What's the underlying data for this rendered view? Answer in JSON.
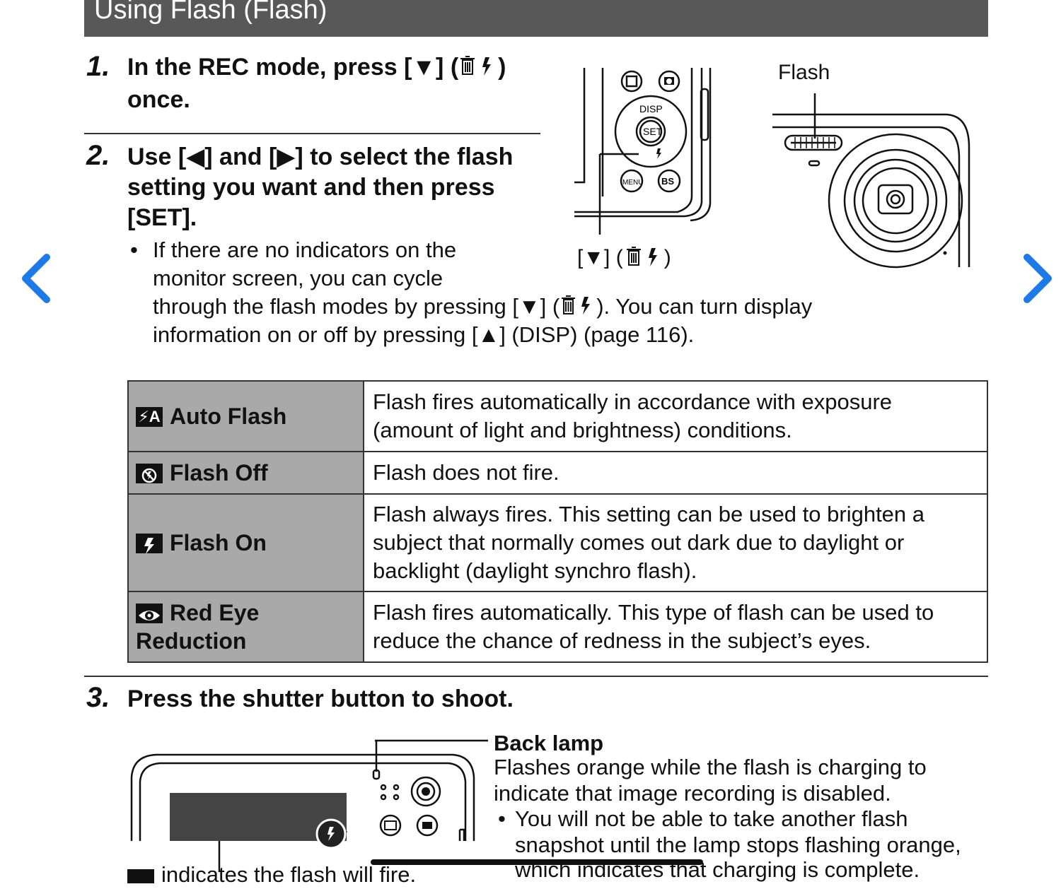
{
  "header": {
    "title": "Using Flash (Flash)"
  },
  "steps": [
    {
      "number": "1.",
      "text_line1": "In the REC mode, press [▼] (",
      "text_line1_end": ")",
      "text_line2": "once."
    },
    {
      "number": "2.",
      "line1": "Use [◀] and [▶] to select the flash",
      "line2": "setting you want and then press",
      "line3": "[SET]."
    },
    {
      "number": "3.",
      "text": "Press the shutter button to shoot."
    }
  ],
  "note": {
    "bullet": "•",
    "line1": "If there are no indicators on the",
    "line2": "monitor screen, you can cycle",
    "line3_a": "through the flash modes by pressing [▼] (",
    "line3_b": "). You can turn display",
    "line4": "information on or off by pressing [▲] (DISP) (page 116)."
  },
  "diagram": {
    "flash_label": "Flash",
    "down_button_label_a": "[▼] (",
    "down_button_label_b": ")",
    "button_labels": {
      "disp": "DISP",
      "set": "SET",
      "menu": "MENU",
      "bs": "BS"
    }
  },
  "modes_table": [
    {
      "icon": "auto-flash-icon",
      "icon_text": "⚡A",
      "name": "Auto Flash",
      "desc_lines": [
        "Flash fires automatically in accordance with exposure",
        "(amount of light and brightness) conditions."
      ]
    },
    {
      "icon": "flash-off-icon",
      "icon_text": "",
      "name": "Flash Off",
      "desc_lines": [
        "Flash does not fire."
      ]
    },
    {
      "icon": "flash-on-icon",
      "icon_text": "",
      "name": "Flash On",
      "desc_lines": [
        "Flash always fires. This setting can be used to brighten a",
        "subject that normally comes out dark due to daylight or",
        "backlight (daylight synchro flash)."
      ]
    },
    {
      "icon": "red-eye-icon",
      "icon_text": "",
      "name_line1": "Red Eye",
      "name_line2": "Reduction",
      "desc_lines": [
        "Flash fires automatically. This type of flash can be used to",
        "reduce the chance of redness in the subject’s eyes."
      ]
    }
  ],
  "back_lamp": {
    "title": "Back lamp",
    "line1": "Flashes orange while the flash is charging to",
    "line2": "indicate that image recording is disabled.",
    "bullet": "•",
    "bullet_line1": "You will not be able to take another flash",
    "bullet_line2": "snapshot until the lamp stops flashing orange,",
    "bullet_line3": "which indicates that charging is complete."
  },
  "footer_partial": {
    "text": "indicates the flash will fire."
  },
  "colors": {
    "header_bg": "#585858",
    "table_mode_bg": "#a9a9a9",
    "nav_arrow": "#1e7ae6"
  }
}
